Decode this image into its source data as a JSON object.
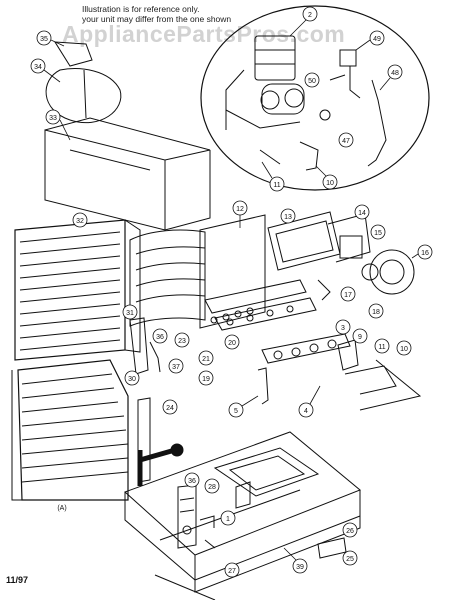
{
  "note": {
    "line1": "Illustration is for reference only.",
    "line2": "your unit may differ from the one shown"
  },
  "watermark": "AppliancePartsPros.com",
  "date_code": "11/97",
  "callouts": [
    "35",
    "2",
    "49",
    "34",
    "50",
    "48",
    "47",
    "33",
    "11",
    "10",
    "32",
    "12",
    "13",
    "14",
    "15",
    "16",
    "17",
    "18",
    "31",
    "20",
    "23",
    "36",
    "37",
    "21",
    "19",
    "3",
    "9",
    "11",
    "10",
    "30",
    "5",
    "4",
    "24",
    "36",
    "28",
    "1",
    "26",
    "27",
    "39",
    "25",
    "(A)"
  ]
}
